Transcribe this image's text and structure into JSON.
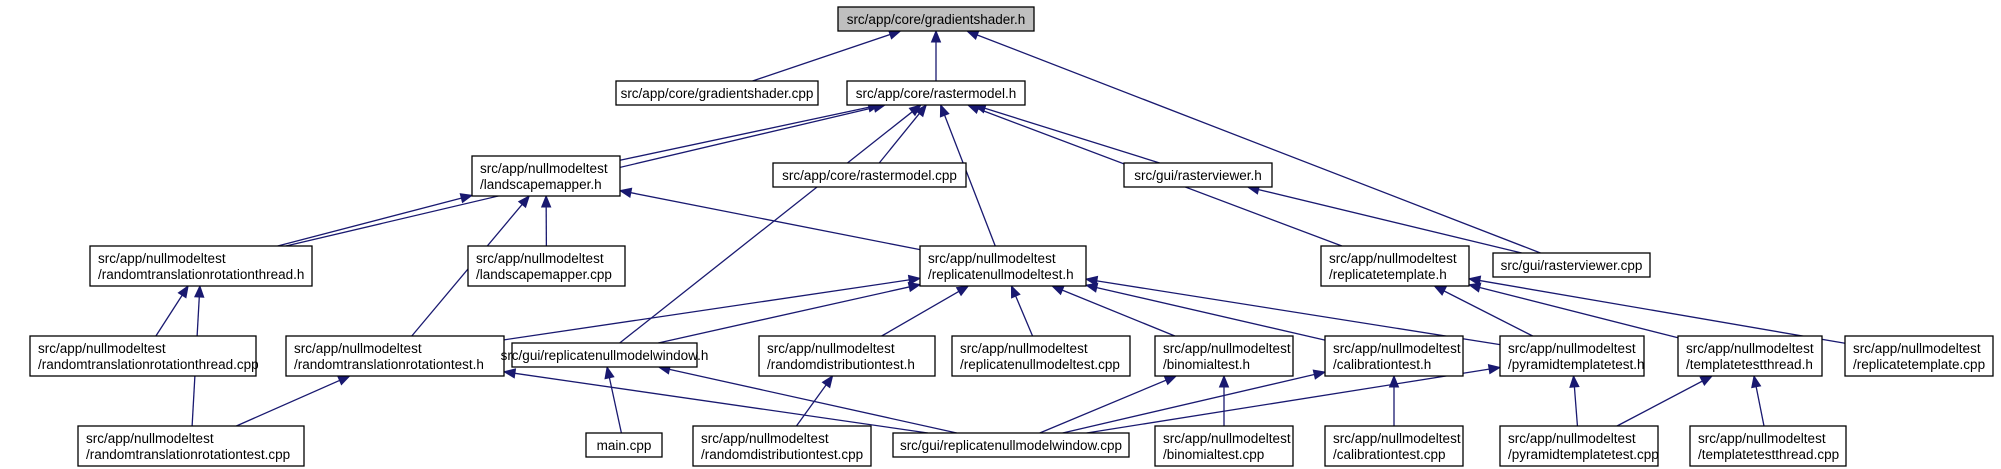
{
  "diagram": {
    "nodes": [
      {
        "id": "gradientshader_h",
        "label": [
          "src/app/core/gradientshader.h"
        ],
        "root": true
      },
      {
        "id": "gradientshader_cpp",
        "label": [
          "src/app/core/gradientshader.cpp"
        ]
      },
      {
        "id": "rastermodel_h",
        "label": [
          "src/app/core/rastermodel.h"
        ]
      },
      {
        "id": "landscapemapper_h",
        "label": [
          "src/app/nullmodeltest",
          "/landscapemapper.h"
        ]
      },
      {
        "id": "rastermodel_cpp",
        "label": [
          "src/app/core/rastermodel.cpp"
        ]
      },
      {
        "id": "rasterviewer_h",
        "label": [
          "src/gui/rasterviewer.h"
        ]
      },
      {
        "id": "rtr_thread_h",
        "label": [
          "src/app/nullmodeltest",
          "/randomtranslationrotationthread.h"
        ]
      },
      {
        "id": "landscapemapper_cpp",
        "label": [
          "src/app/nullmodeltest",
          "/landscapemapper.cpp"
        ]
      },
      {
        "id": "replicatenullmodeltest_h",
        "label": [
          "src/app/nullmodeltest",
          "/replicatenullmodeltest.h"
        ]
      },
      {
        "id": "replicatetemplate_h",
        "label": [
          "src/app/nullmodeltest",
          "/replicatetemplate.h"
        ]
      },
      {
        "id": "rasterviewer_cpp",
        "label": [
          "src/gui/rasterviewer.cpp"
        ]
      },
      {
        "id": "rtr_thread_cpp",
        "label": [
          "src/app/nullmodeltest",
          "/randomtranslationrotationthread.cpp"
        ]
      },
      {
        "id": "rtr_test_h",
        "label": [
          "src/app/nullmodeltest",
          "/randomtranslationrotationtest.h"
        ]
      },
      {
        "id": "replicatenullmodelwindow_h",
        "label": [
          "src/gui/replicatenullmodelwindow.h"
        ]
      },
      {
        "id": "randomdistributiontest_h",
        "label": [
          "src/app/nullmodeltest",
          "/randomdistributiontest.h"
        ]
      },
      {
        "id": "replicatenullmodeltest_cpp",
        "label": [
          "src/app/nullmodeltest",
          "/replicatenullmodeltest.cpp"
        ]
      },
      {
        "id": "binomialtest_h",
        "label": [
          "src/app/nullmodeltest",
          "/binomialtest.h"
        ]
      },
      {
        "id": "calibrationtest_h",
        "label": [
          "src/app/nullmodeltest",
          "/calibrationtest.h"
        ]
      },
      {
        "id": "pyramidtemplatetest_h",
        "label": [
          "src/app/nullmodeltest",
          "/pyramidtemplatetest.h"
        ]
      },
      {
        "id": "templatetestthread_h",
        "label": [
          "src/app/nullmodeltest",
          "/templatetestthread.h"
        ]
      },
      {
        "id": "replicatetemplate_cpp",
        "label": [
          "src/app/nullmodeltest",
          "/replicatetemplate.cpp"
        ]
      },
      {
        "id": "rtr_test_cpp",
        "label": [
          "src/app/nullmodeltest",
          "/randomtranslationrotationtest.cpp"
        ]
      },
      {
        "id": "main_cpp",
        "label": [
          "main.cpp"
        ]
      },
      {
        "id": "randomdistributiontest_cpp",
        "label": [
          "src/app/nullmodeltest",
          "/randomdistributiontest.cpp"
        ]
      },
      {
        "id": "replicatenullmodelwindow_cpp",
        "label": [
          "src/gui/replicatenullmodelwindow.cpp"
        ]
      },
      {
        "id": "binomialtest_cpp",
        "label": [
          "src/app/nullmodeltest",
          "/binomialtest.cpp"
        ]
      },
      {
        "id": "calibrationtest_cpp",
        "label": [
          "src/app/nullmodeltest",
          "/calibrationtest.cpp"
        ]
      },
      {
        "id": "pyramidtemplatetest_cpp",
        "label": [
          "src/app/nullmodeltest",
          "/pyramidtemplatetest.cpp"
        ]
      },
      {
        "id": "templatetestthread_cpp",
        "label": [
          "src/app/nullmodeltest",
          "/templatetestthread.cpp"
        ]
      }
    ],
    "edges": [
      {
        "from": "gradientshader_cpp",
        "to": "gradientshader_h"
      },
      {
        "from": "rastermodel_h",
        "to": "gradientshader_h"
      },
      {
        "from": "rasterviewer_cpp",
        "to": "gradientshader_h"
      },
      {
        "from": "landscapemapper_h",
        "to": "rastermodel_h"
      },
      {
        "from": "rastermodel_cpp",
        "to": "rastermodel_h"
      },
      {
        "from": "rasterviewer_h",
        "to": "rastermodel_h"
      },
      {
        "from": "rtr_thread_h",
        "to": "rastermodel_h"
      },
      {
        "from": "replicatenullmodeltest_h",
        "to": "rastermodel_h"
      },
      {
        "from": "replicatetemplate_h",
        "to": "rastermodel_h"
      },
      {
        "from": "replicatenullmodelwindow_h",
        "to": "rastermodel_h"
      },
      {
        "from": "rasterviewer_cpp",
        "to": "rasterviewer_h"
      },
      {
        "from": "rtr_thread_h",
        "to": "landscapemapper_h"
      },
      {
        "from": "landscapemapper_cpp",
        "to": "landscapemapper_h"
      },
      {
        "from": "replicatenullmodeltest_h",
        "to": "landscapemapper_h"
      },
      {
        "from": "rtr_test_h",
        "to": "landscapemapper_h"
      },
      {
        "from": "rtr_thread_cpp",
        "to": "rtr_thread_h"
      },
      {
        "from": "rtr_test_cpp",
        "to": "rtr_thread_h"
      },
      {
        "from": "rtr_test_h",
        "to": "replicatenullmodeltest_h"
      },
      {
        "from": "replicatenullmodelwindow_h",
        "to": "replicatenullmodeltest_h"
      },
      {
        "from": "randomdistributiontest_h",
        "to": "replicatenullmodeltest_h"
      },
      {
        "from": "replicatenullmodeltest_cpp",
        "to": "replicatenullmodeltest_h"
      },
      {
        "from": "binomialtest_h",
        "to": "replicatenullmodeltest_h"
      },
      {
        "from": "calibrationtest_h",
        "to": "replicatenullmodeltest_h"
      },
      {
        "from": "pyramidtemplatetest_h",
        "to": "replicatenullmodeltest_h"
      },
      {
        "from": "pyramidtemplatetest_h",
        "to": "replicatetemplate_h"
      },
      {
        "from": "templatetestthread_h",
        "to": "replicatetemplate_h"
      },
      {
        "from": "replicatetemplate_cpp",
        "to": "replicatetemplate_h"
      },
      {
        "from": "rtr_test_cpp",
        "to": "rtr_test_h"
      },
      {
        "from": "replicatenullmodelwindow_cpp",
        "to": "rtr_test_h"
      },
      {
        "from": "main_cpp",
        "to": "replicatenullmodelwindow_h"
      },
      {
        "from": "replicatenullmodelwindow_cpp",
        "to": "replicatenullmodelwindow_h"
      },
      {
        "from": "randomdistributiontest_cpp",
        "to": "randomdistributiontest_h"
      },
      {
        "from": "replicatenullmodelwindow_cpp",
        "to": "binomialtest_h"
      },
      {
        "from": "binomialtest_cpp",
        "to": "binomialtest_h"
      },
      {
        "from": "replicatenullmodelwindow_cpp",
        "to": "calibrationtest_h"
      },
      {
        "from": "calibrationtest_cpp",
        "to": "calibrationtest_h"
      },
      {
        "from": "replicatenullmodelwindow_cpp",
        "to": "pyramidtemplatetest_h"
      },
      {
        "from": "pyramidtemplatetest_cpp",
        "to": "pyramidtemplatetest_h"
      },
      {
        "from": "pyramidtemplatetest_cpp",
        "to": "templatetestthread_h"
      },
      {
        "from": "templatetestthread_cpp",
        "to": "templatetestthread_h"
      }
    ]
  }
}
